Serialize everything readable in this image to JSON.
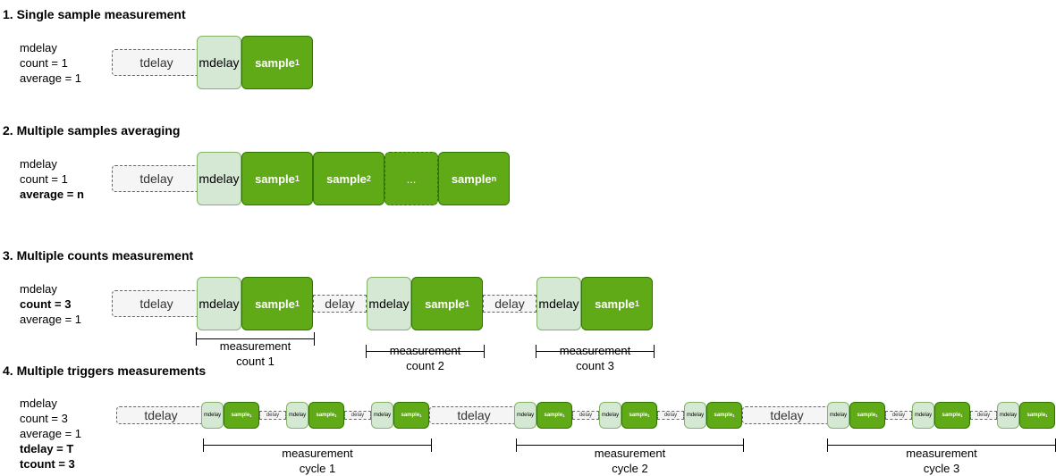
{
  "sections": {
    "s1": {
      "title": "1. Single sample measurement",
      "params": [
        "mdelay",
        "count = 1",
        "average = 1"
      ]
    },
    "s2": {
      "title": "2. Multiple samples averaging",
      "params": [
        "mdelay",
        "count = 1",
        "average = n"
      ]
    },
    "s3": {
      "title": "3. Multiple counts measurement",
      "params": [
        "mdelay",
        "count = 3",
        "average = 1"
      ]
    },
    "s4": {
      "title": "4. Multiple triggers measurements",
      "params": [
        "mdelay",
        "count = 3",
        "average = 1",
        "tdelay = T",
        "tcount = 3"
      ]
    }
  },
  "labels": {
    "tdelay": "tdelay",
    "mdelay": "mdelay",
    "delay": "delay",
    "sample": "sample",
    "ellipsis": "...",
    "sub1": "1",
    "sub2": "2",
    "subn": "n"
  },
  "brackets": {
    "measurement": "measurement",
    "count1": "count 1",
    "count2": "count 2",
    "count3": "count 3",
    "cycle1": "cycle 1",
    "cycle2": "cycle 2",
    "cycle3": "cycle 3"
  }
}
